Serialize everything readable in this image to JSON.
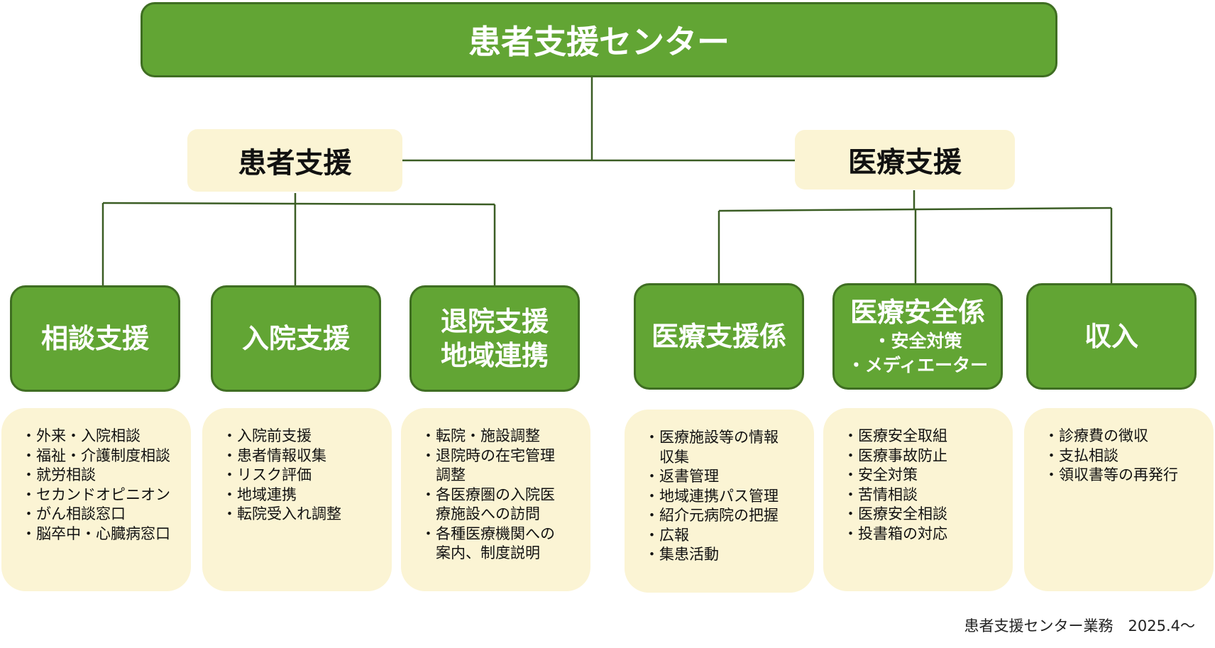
{
  "root": {
    "title": "患者支援センター"
  },
  "branches": {
    "patient_support": "患者支援",
    "medical_support": "医療支援"
  },
  "units": {
    "consultation": "相談支援",
    "admission": "入院支援",
    "discharge_line1": "退院支援",
    "discharge_line2": "地域連携",
    "medical_support_staff": "医療支援係",
    "safety_title": "医療安全係",
    "safety_sub1": "・安全対策",
    "safety_sub2": "・メディエーター",
    "income": "収入"
  },
  "panels": {
    "consultation": [
      "・外来・入院相談",
      "・福祉・介護制度相談",
      "・就労相談",
      "・セカンドオピニオン",
      "・がん相談窓口",
      "・脳卒中・心臓病窓口"
    ],
    "admission": [
      "・入院前支援",
      "・患者情報収集",
      "・リスク評価",
      "・地域連携",
      "・転院受入れ調整"
    ],
    "discharge": [
      "・転院・施設調整",
      "・退院時の在宅管理",
      "　調整",
      "・各医療圏の入院医",
      "　療施設への訪問",
      "・各種医療機関への",
      "　案内、制度説明"
    ],
    "medical_support_staff": [
      "・医療施設等の情報",
      "　収集",
      "・返書管理",
      "・地域連携パス管理",
      "・紹介元病院の把握",
      "・広報",
      "・集患活動"
    ],
    "safety": [
      "・医療安全取組",
      "・医療事故防止",
      "・安全対策",
      "・苦情相談",
      "・医療安全相談",
      "・投書箱の対応"
    ],
    "income": [
      "・診療費の徴収",
      "・支払相談",
      "・領収書等の再発行"
    ]
  },
  "footer": {
    "caption": "患者支援センター業務　2025.4～"
  },
  "colors": {
    "box_green": "#62a534",
    "box_border": "#3f6e22",
    "panel_cream": "#fbf4d4",
    "connector": "#3b5d24"
  }
}
